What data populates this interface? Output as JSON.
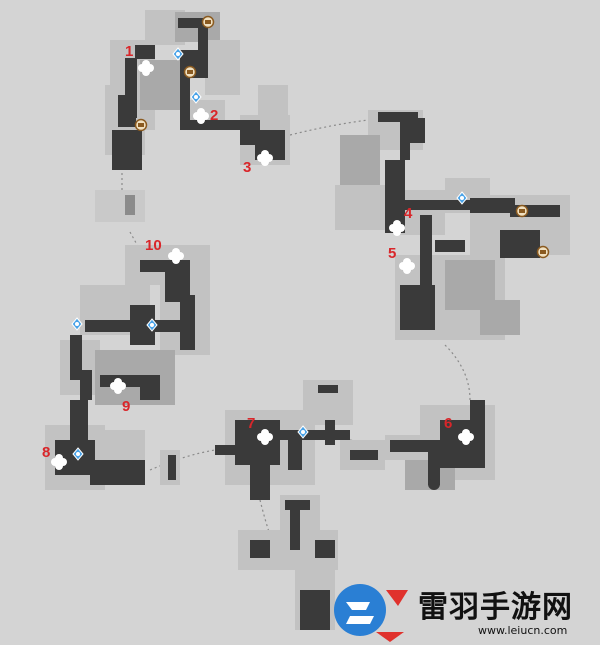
{
  "map": {
    "background": "#d4d4d4",
    "room_fill_light": "#c2c2c2",
    "room_fill_mid": "#a9a9a9",
    "corridor_fill": "#3a3a3a",
    "connector_color": "#8a8a8a",
    "label_color": "#d9262a",
    "markers": [
      {
        "label": "1"
      },
      {
        "label": "2"
      },
      {
        "label": "3"
      },
      {
        "label": "4"
      },
      {
        "label": "5"
      },
      {
        "label": "6"
      },
      {
        "label": "7"
      },
      {
        "label": "8"
      },
      {
        "label": "9"
      },
      {
        "label": "10"
      }
    ],
    "icons": {
      "collectible": "clover-icon",
      "teleport": "blue-anchor-icon",
      "chest": "orange-chest-icon"
    }
  },
  "watermark": {
    "title": "雷羽手游网",
    "url": "www.leiucn.com",
    "brand_blue": "#2a7fd4",
    "brand_red": "#e0322d"
  }
}
